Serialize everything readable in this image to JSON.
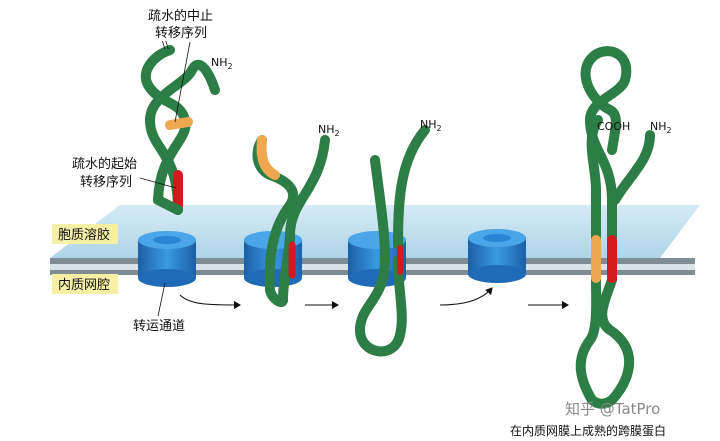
{
  "labels": {
    "stop_transfer_line1": "疏水的中止",
    "stop_transfer_line2": "转移序列",
    "start_transfer_line1": "疏水的起始",
    "start_transfer_line2": "转移序列",
    "cytosol": "胞质溶胶",
    "er_lumen": "内质网腔",
    "translocon": "转运通道",
    "amino_terminus": "NH",
    "amino_terminus_sub": "2",
    "carboxy_terminus": "COOH",
    "caption": "在内质网膜上成熟的跨膜蛋白",
    "watermark": "知乎 @TatPro"
  },
  "colors": {
    "chain": "#2d7d46",
    "stop_transfer": "#f0a850",
    "start_transfer": "#d4191f",
    "translocon": "#2a86d4",
    "membrane": "#a9d3e8",
    "label_box": "#f6efa6"
  },
  "icons": {
    "arrow": "curved-arrow-icon"
  }
}
